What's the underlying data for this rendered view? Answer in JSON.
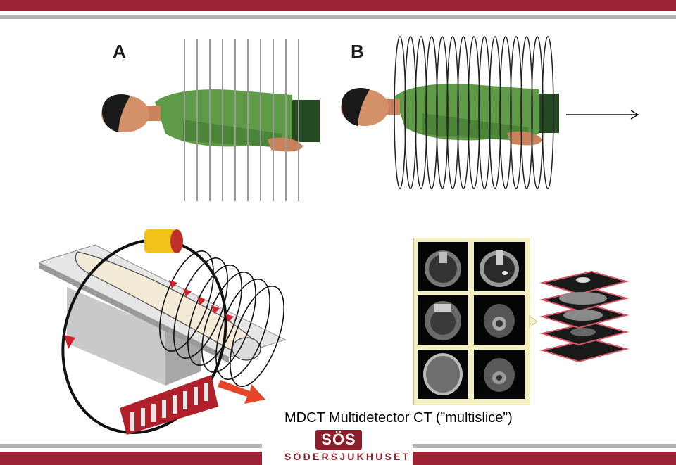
{
  "panels": {
    "a_label": "A",
    "b_label": "B"
  },
  "caption": "MDCT Multidetector CT (”multislice”)",
  "logo": {
    "mark": "SÖS",
    "name": "SÖDERSJUKHUSET"
  },
  "colors": {
    "brand": "#8c1e2b",
    "bar_gray": "#b3b3b3",
    "shirt_green": "#5f9b46",
    "ct_frame": "#f4f0c4"
  },
  "icons": {
    "direction_arrow": "arrow-right-icon",
    "frame_connector": "triangle-right-icon"
  }
}
